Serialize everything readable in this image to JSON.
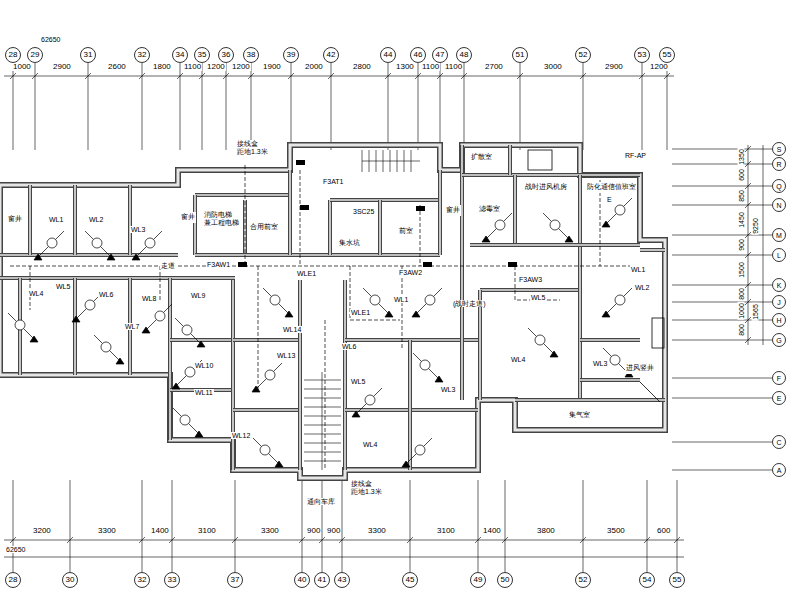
{
  "diagram": {
    "nodes": [
      {
        "text": [
          "窗井"
        ]
      },
      {
        "text": [
          "窗井"
        ]
      },
      {
        "text": [
          "消防电梯 兼工程电梯"
        ]
      },
      {
        "text": [
          "合用前室"
        ]
      },
      {
        "text": [
          "集水坑"
        ]
      },
      {
        "text": [
          "前室"
        ]
      },
      {
        "text": [
          "窗井"
        ]
      },
      {
        "text": [
          "扩散室"
        ]
      },
      {
        "text": [
          "滤毒室"
        ]
      },
      {
        "text": [
          "战时进风机房"
        ]
      },
      {
        "text": [
          "防化通信值班室"
        ]
      },
      {
        "text": [
          "进风竖井"
        ]
      },
      {
        "text": [
          "集气室"
        ]
      }
    ],
    "labels": [
      "62650",
      "1000",
      "2900",
      "2600",
      "1800",
      "1100",
      "1200",
      "1200",
      "1900",
      "2000",
      "2800",
      "1300",
      "1100",
      "1100",
      "2700",
      "3000",
      "2900",
      "1200",
      "28",
      "29",
      "31",
      "32",
      "34",
      "35",
      "36",
      "38",
      "39",
      "42",
      "44",
      "46",
      "47",
      "48",
      "51",
      "52",
      "53",
      "55",
      "接线盒 距地1.3米",
      "RF-AP",
      "F3AT1",
      "3SC25",
      "E",
      "走道",
      "F3AW1",
      "WLE1",
      "F3AW2",
      "F3AW3",
      "WLE1",
      "(战时走道)",
      "WL1",
      "WL2",
      "WL3",
      "WL4",
      "WL5",
      "WL6",
      "WL7",
      "WL8",
      "WL9",
      "WL10",
      "WL11",
      "WL12",
      "WL13",
      "WL14",
      "WL6",
      "WL5",
      "WL4",
      "WL3",
      "WL1",
      "WL5",
      "WL4",
      "WL1",
      "WL2",
      "WL3",
      "通向车库",
      "接线盒 距地1.3米",
      "3200",
      "3300",
      "1400",
      "3100",
      "3300",
      "900",
      "900",
      "3300",
      "3100",
      "1400",
      "3800",
      "3500",
      "600",
      "62650",
      "28",
      "30",
      "32",
      "33",
      "37",
      "40",
      "41",
      "43",
      "45",
      "49",
      "50",
      "52",
      "54",
      "55",
      "1350",
      "600",
      "850",
      "1450",
      "900",
      "1500",
      "800",
      "1000",
      "800",
      "9250",
      "1565",
      "S",
      "R",
      "Q",
      "N",
      "M",
      "L",
      "K",
      "J",
      "H",
      "G",
      "F",
      "E",
      "C",
      "A"
    ]
  }
}
